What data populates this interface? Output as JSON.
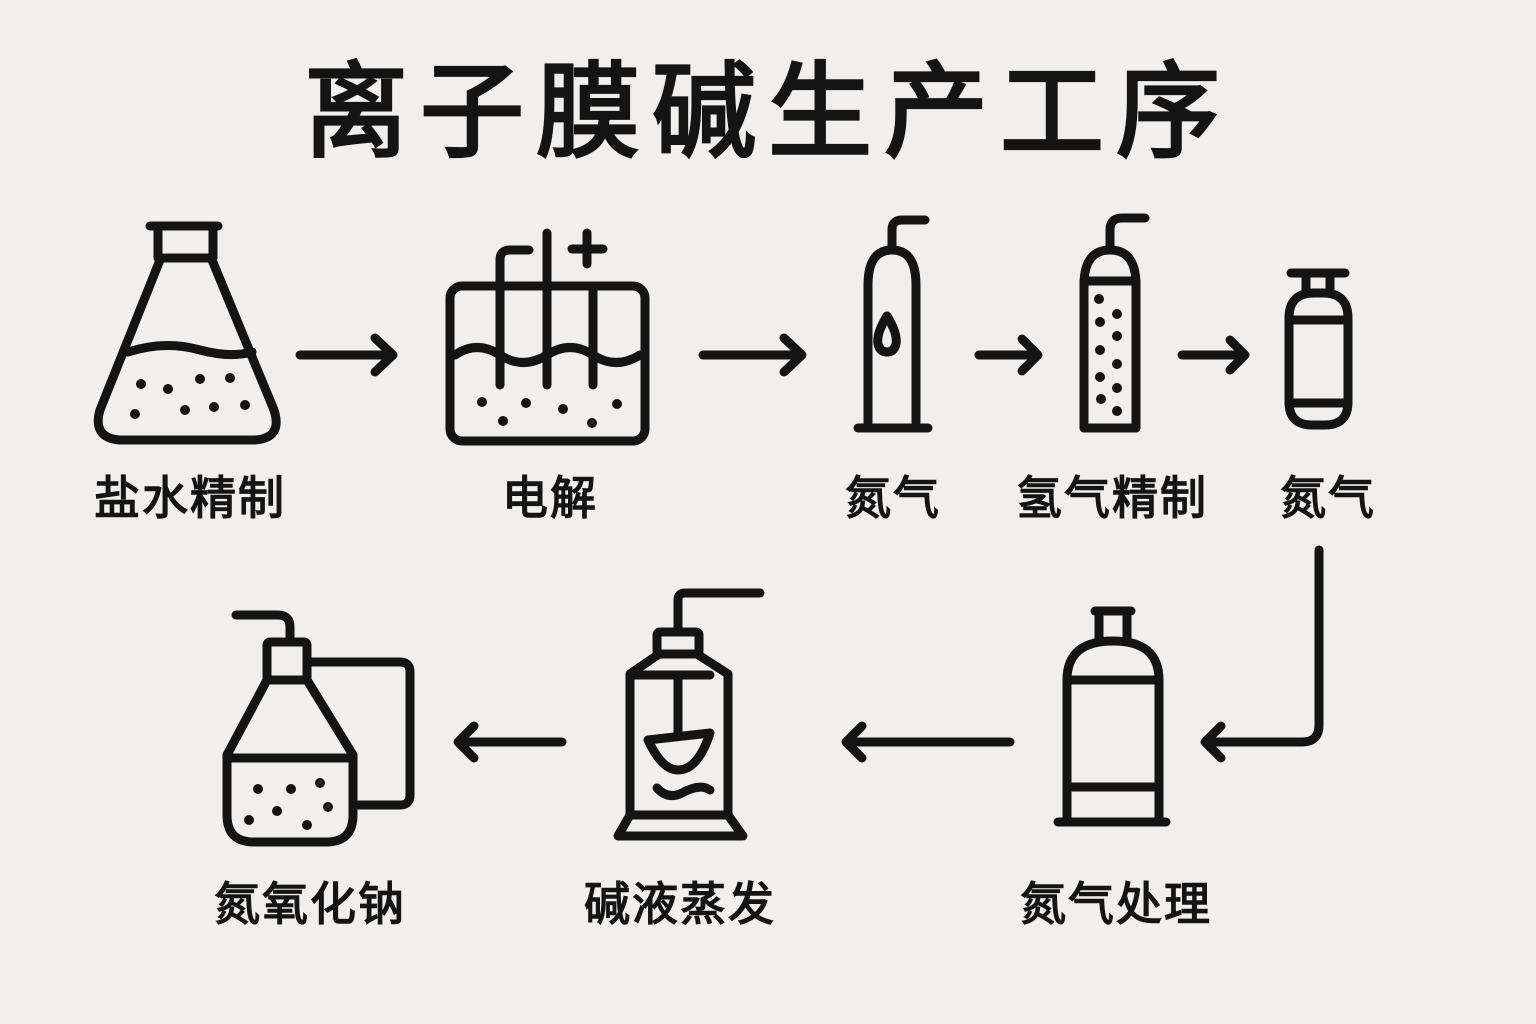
{
  "title": "离子膜碱生产工序",
  "colors": {
    "background": "#f0efed",
    "ink": "#141414"
  },
  "steps": [
    {
      "id": "brine-purification",
      "label": "盐水精制",
      "icon": "erlenmeyer-flask-icon"
    },
    {
      "id": "electrolysis",
      "label": "电解",
      "icon": "electrolysis-cell-icon"
    },
    {
      "id": "nitrogen-1",
      "label": "氮气",
      "icon": "gas-cylinder-drop-icon"
    },
    {
      "id": "hydrogen-purification",
      "label": "氢气精制",
      "icon": "packed-column-icon"
    },
    {
      "id": "nitrogen-2",
      "label": "氮气",
      "icon": "gas-bottle-icon"
    },
    {
      "id": "nitrogen-treatment",
      "label": "氮气处理",
      "icon": "gas-cylinder-icon"
    },
    {
      "id": "caustic-evaporation",
      "label": "碱液蒸发",
      "icon": "evaporator-icon"
    },
    {
      "id": "sodium-hydroxide",
      "label": "氮氧化钠",
      "icon": "flask-with-loop-icon"
    }
  ],
  "flow": [
    {
      "from": "brine-purification",
      "to": "electrolysis",
      "direction": "right"
    },
    {
      "from": "electrolysis",
      "to": "nitrogen-1",
      "direction": "right"
    },
    {
      "from": "nitrogen-1",
      "to": "hydrogen-purification",
      "direction": "right"
    },
    {
      "from": "hydrogen-purification",
      "to": "nitrogen-2",
      "direction": "right"
    },
    {
      "from": "nitrogen-2",
      "to": "nitrogen-treatment",
      "direction": "down-left"
    },
    {
      "from": "nitrogen-treatment",
      "to": "caustic-evaporation",
      "direction": "left"
    },
    {
      "from": "caustic-evaporation",
      "to": "sodium-hydroxide",
      "direction": "left"
    }
  ]
}
